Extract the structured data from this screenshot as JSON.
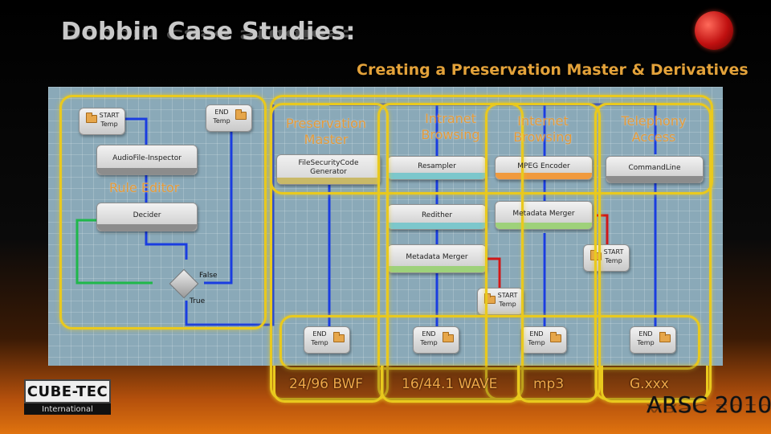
{
  "header": {
    "title": "Dobbin Case Studies:",
    "subtitle": "Creating a Preservation Master & Derivatives"
  },
  "rule_editor": {
    "label": "Rule Editor",
    "start_node": "START\nTemp",
    "end_node": "END\nTemp",
    "inspector": "AudioFile-Inspector",
    "decider": "Decider",
    "false_label": "False",
    "true_label": "True"
  },
  "columns": [
    {
      "heading": "Preservation\nMaster",
      "format": "24/96 BWF"
    },
    {
      "heading": "Intranet\nBrowsing",
      "format": "16/44.1 WAVE"
    },
    {
      "heading": "Internet\nBrowsing",
      "format": "mp3"
    },
    {
      "heading": "Telephony\nAccess",
      "format": "G.xxx"
    }
  ],
  "nodes": {
    "filesecurity": "FileSecurityCode\nGenerator",
    "resampler": "Resampler",
    "redither": "Redither",
    "metadata_merger_1": "Metadata Merger",
    "mpeg_encoder": "MPEG Encoder",
    "metadata_merger_2": "Metadata Merger",
    "commandline": "CommandLine",
    "start_temp_1": "START\nTemp",
    "start_temp_2": "START\nTemp",
    "end_temp": "END\nTemp"
  },
  "footer": {
    "brand_top": "CUBE-TEC",
    "brand_bottom": "International",
    "event": "ARSC 2010"
  },
  "colors": {
    "outline": "#e9c91e",
    "label": "#e39a3a",
    "connector_blue": "#1a3de0",
    "connector_green": "#1fb84a",
    "connector_red": "#d01818"
  }
}
